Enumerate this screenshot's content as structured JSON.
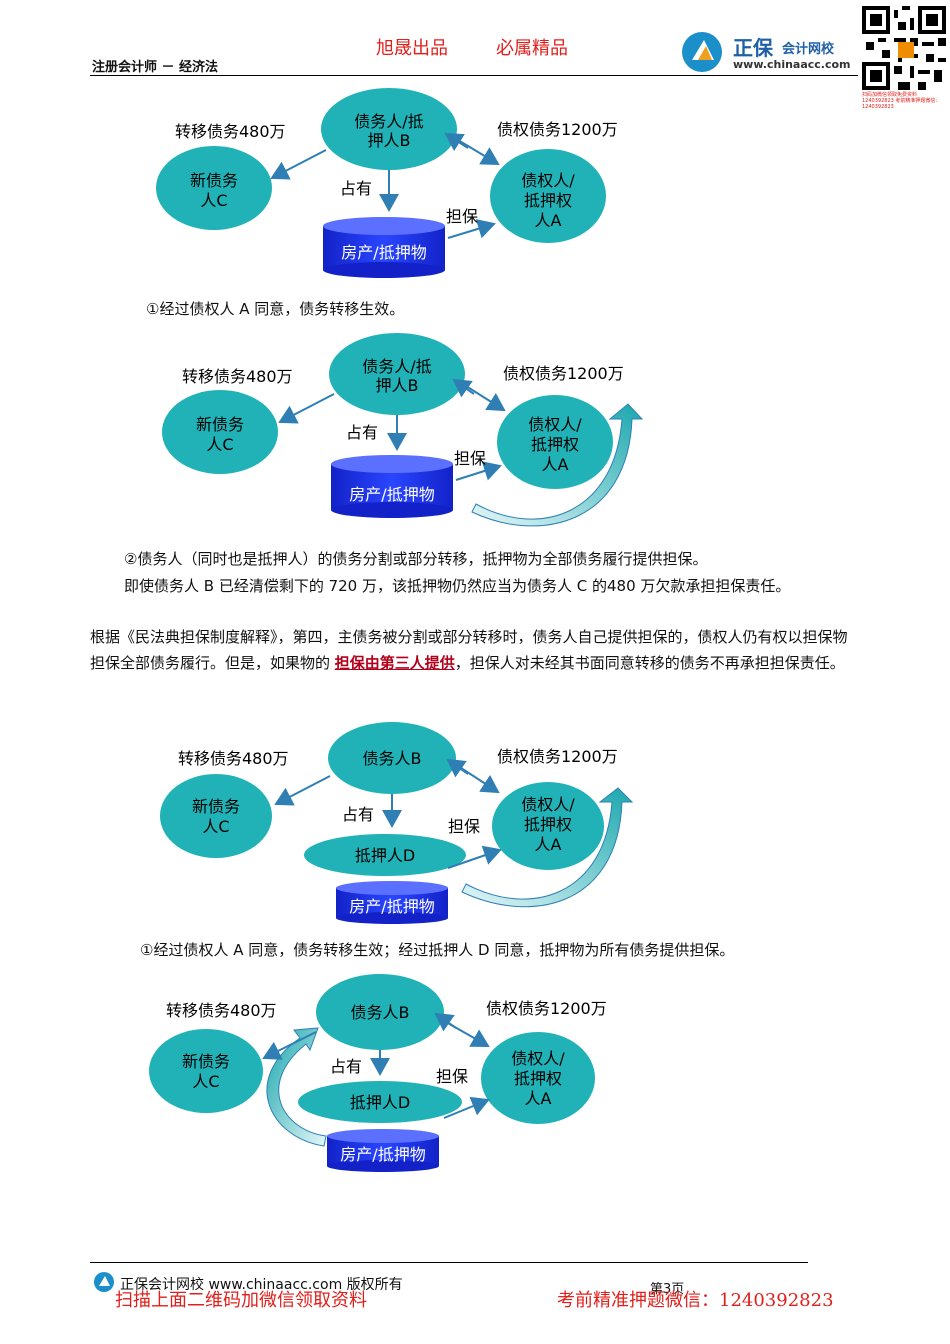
{
  "header": {
    "course": "注册会计师 － 经济法",
    "slogan1": "旭晟出品",
    "slogan2": "必属精品",
    "brand": "正保",
    "brand_sub": "会计网校",
    "url": "www.chinaacc.com",
    "qr_note": "扫码加微信领取免费资料 1240392823 考前精准押题微信：1240392823"
  },
  "diagram1": {
    "debtor": [
      "债务人/抵",
      "押人B"
    ],
    "new_debtor": [
      "新债务",
      "人C"
    ],
    "creditor": [
      "债权人/",
      "抵押权",
      "人A"
    ],
    "property": "房产/抵押物",
    "transfer": "转移债务480万",
    "claim": "债权债务1200万",
    "occupy": "占有",
    "guarantee": "担保"
  },
  "caption1": "①经过债权人 A 同意，债务转移生效。",
  "diagram2": {
    "debtor": [
      "债务人/抵",
      "押人B"
    ],
    "new_debtor": [
      "新债务",
      "人C"
    ],
    "creditor": [
      "债权人/",
      "抵押权",
      "人A"
    ],
    "property": "房产/抵押物",
    "transfer": "转移债务480万",
    "claim": "债权债务1200万",
    "occupy": "占有",
    "guarantee": "担保"
  },
  "caption2a": "②债务人（同时也是抵押人）的债务分割或部分转移，抵押物为全部债务履行提供担保。",
  "caption2b": "即使债务人 B 已经清偿剩下的 720 万，该抵押物仍然应当为债务人 C 的480 万欠款承担担保责任。",
  "paragraph": {
    "part1": "根据《民法典担保制度解释》，第四，主债务被分割或部分转移时，债务人自己提供担保的，债权人仍有权以担保物担保全部债务履行。但是，如果物的 ",
    "highlight": "担保由第三人提供",
    "part2": "，担保人对未经其书面同意转移的债务不再承担担保责任。"
  },
  "diagram3": {
    "debtor": "债务人B",
    "new_debtor": [
      "新债务",
      "人C"
    ],
    "creditor": [
      "债权人/",
      "抵押权",
      "人A"
    ],
    "mortgagor": "抵押人D",
    "property": "房产/抵押物",
    "transfer": "转移债务480万",
    "claim": "债权债务1200万",
    "occupy": "占有",
    "guarantee": "担保"
  },
  "caption3": "①经过债权人 A 同意，债务转移生效；经过抵押人 D 同意，抵押物为所有债务提供担保。",
  "diagram4": {
    "debtor": "债务人B",
    "new_debtor": [
      "新债务",
      "人C"
    ],
    "creditor": [
      "债权人/",
      "抵押权",
      "人A"
    ],
    "mortgagor": "抵押人D",
    "property": "房产/抵押物",
    "transfer": "转移债务480万",
    "claim": "债权债务1200万",
    "occupy": "占有",
    "guarantee": "担保"
  },
  "footer": {
    "copyright": "正保会计网校 www.chinaacc.com 版权所有",
    "page": "第3页",
    "promo_left": "扫描上面二维码加微信领取资料",
    "promo_right": "考前精准押题微信：1240392823"
  },
  "colors": {
    "teal": "#20b2b6",
    "cylinder": "#1b2fd6",
    "red": "#e0201c",
    "highlight": "#b3001b"
  }
}
